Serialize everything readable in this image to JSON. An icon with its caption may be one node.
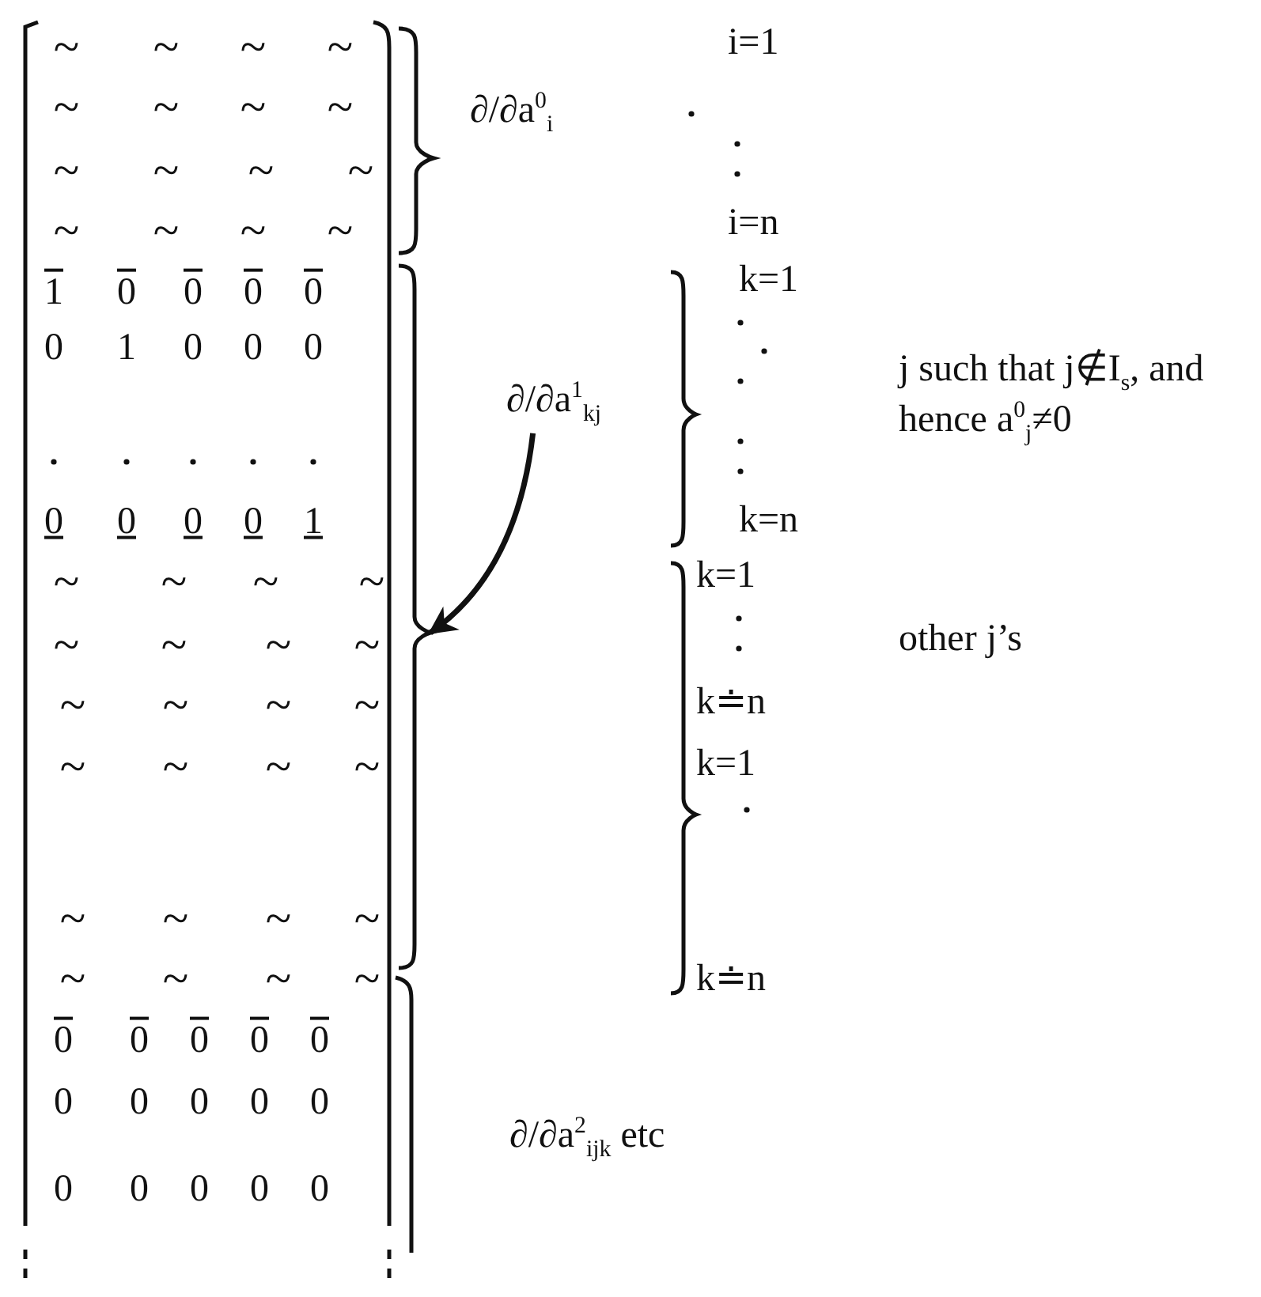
{
  "diagram": {
    "nodes": [
      {
        "text": [
          "∂/∂a$^{1}$$_{kj}$"
        ]
      },
      {
        "text": [],
        "shape": "brace"
      }
    ],
    "edges": [
      {
        "from": 0,
        "to": 1,
        "arrow": "to"
      }
    ],
    "labels": [
      "~",
      "~",
      "~",
      "~",
      "~",
      "~",
      "~",
      "~",
      "~",
      "~",
      "~",
      "~",
      "~",
      "~",
      "~",
      "~",
      "1",
      "0",
      "0",
      "0",
      "0",
      "0",
      "1",
      "0",
      "0",
      "0",
      "0",
      "0",
      "0",
      "0",
      "1",
      "~",
      "~",
      "~",
      "~",
      "~",
      "~",
      "~",
      "~",
      "~",
      "~",
      "~",
      "~",
      "~",
      "~",
      "~",
      "~",
      "~",
      "~",
      "~",
      "~",
      "~",
      "~",
      "~",
      "~",
      "0",
      "0",
      "0",
      "0",
      "0",
      "0",
      "0",
      "0",
      "0",
      "0",
      "0",
      "0",
      "0",
      "0",
      "0",
      "∂/∂a$^{0}$$_{i}$",
      "i=1",
      "i=n",
      "k=1",
      "k=n",
      "j such that j∉I$_{s}$, and hence a$^{0}$$_{j}$≠0",
      "k=1",
      "other j’s",
      "k≐n",
      "k=1",
      "k≐n",
      "∂/∂a$^{2}$$_{ijk}$ etc"
    ]
  }
}
